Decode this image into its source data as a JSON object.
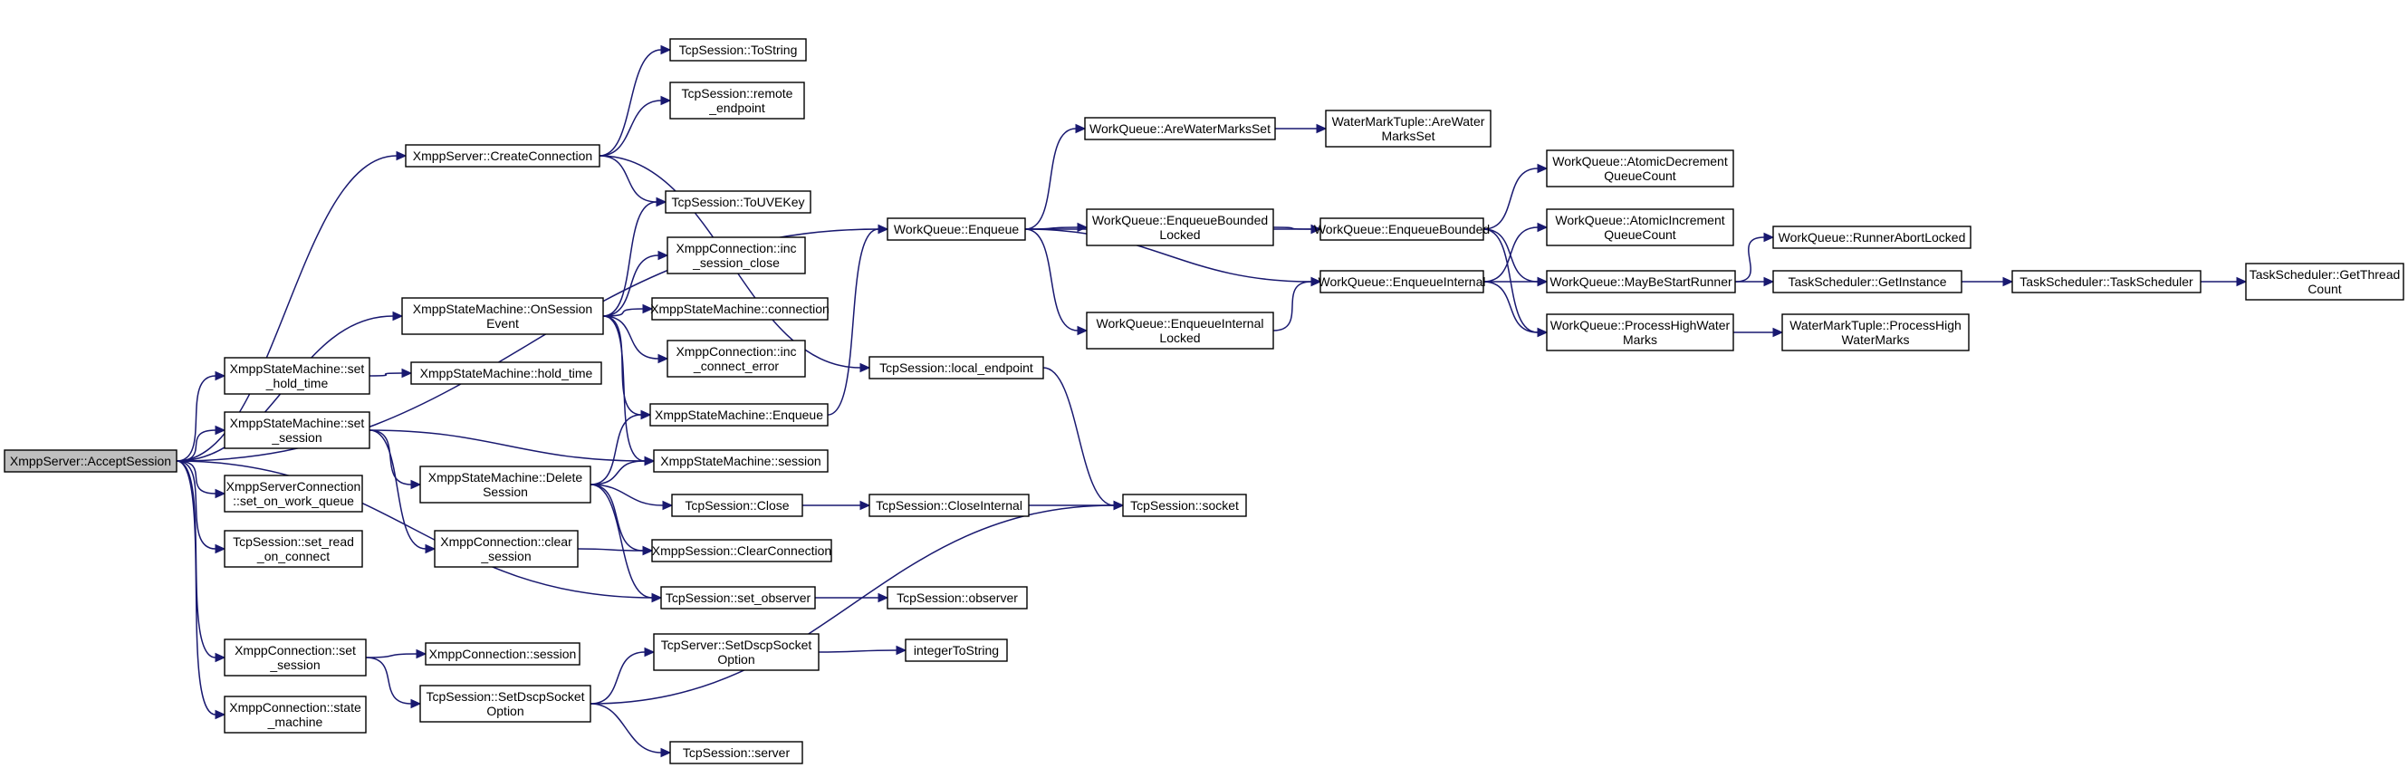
{
  "colors": {
    "edge": "#191970",
    "root_fill": "#bfbfbf",
    "node_fill": "#ffffff",
    "border": "#000000"
  },
  "nodes": [
    {
      "id": "accept_session",
      "lines": [
        "XmppServer::AcceptSession"
      ],
      "root": true
    },
    {
      "id": "create_connection",
      "lines": [
        "XmppServer::CreateConnection"
      ]
    },
    {
      "id": "tcp_tostring",
      "lines": [
        "TcpSession::ToString"
      ]
    },
    {
      "id": "tcp_remote_endpoint",
      "lines": [
        "TcpSession::remote",
        "_endpoint"
      ]
    },
    {
      "id": "tcp_touvekey",
      "lines": [
        "TcpSession::ToUVEKey"
      ]
    },
    {
      "id": "sm_onsessionevent",
      "lines": [
        "XmppStateMachine::OnSession",
        "Event"
      ]
    },
    {
      "id": "conn_inc_session_close",
      "lines": [
        "XmppConnection::inc",
        "_session_close"
      ]
    },
    {
      "id": "sm_connection",
      "lines": [
        "XmppStateMachine::connection"
      ]
    },
    {
      "id": "conn_inc_connect_error",
      "lines": [
        "XmppConnection::inc",
        "_connect_error"
      ]
    },
    {
      "id": "sm_set_hold_time",
      "lines": [
        "XmppStateMachine::set",
        "_hold_time"
      ]
    },
    {
      "id": "sm_hold_time",
      "lines": [
        "XmppStateMachine::hold_time"
      ]
    },
    {
      "id": "sm_enqueue",
      "lines": [
        "XmppStateMachine::Enqueue"
      ]
    },
    {
      "id": "sm_set_session",
      "lines": [
        "XmppStateMachine::set",
        "_session"
      ]
    },
    {
      "id": "sm_session",
      "lines": [
        "XmppStateMachine::session"
      ]
    },
    {
      "id": "sm_deletesession",
      "lines": [
        "XmppStateMachine::Delete",
        "Session"
      ]
    },
    {
      "id": "ssc_set_on_work_queue",
      "lines": [
        "XmppServerConnection",
        "::set_on_work_queue"
      ]
    },
    {
      "id": "tcp_close",
      "lines": [
        "TcpSession::Close"
      ]
    },
    {
      "id": "tcp_closeinternal",
      "lines": [
        "TcpSession::CloseInternal"
      ]
    },
    {
      "id": "tcp_socket",
      "lines": [
        "TcpSession::socket"
      ]
    },
    {
      "id": "tcp_set_read_on_connect",
      "lines": [
        "TcpSession::set_read",
        "_on_connect"
      ]
    },
    {
      "id": "conn_clear_session",
      "lines": [
        "XmppConnection::clear",
        "_session"
      ]
    },
    {
      "id": "xs_clearconnection",
      "lines": [
        "XmppSession::ClearConnection"
      ]
    },
    {
      "id": "tcp_set_observer",
      "lines": [
        "TcpSession::set_observer"
      ]
    },
    {
      "id": "tcp_observer",
      "lines": [
        "TcpSession::observer"
      ]
    },
    {
      "id": "conn_set_session",
      "lines": [
        "XmppConnection::set",
        "_session"
      ]
    },
    {
      "id": "conn_session",
      "lines": [
        "XmppConnection::session"
      ]
    },
    {
      "id": "tcpserver_setdscp",
      "lines": [
        "TcpServer::SetDscpSocket",
        "Option"
      ]
    },
    {
      "id": "integer_to_string",
      "lines": [
        "integerToString"
      ]
    },
    {
      "id": "tcp_setdscp",
      "lines": [
        "TcpSession::SetDscpSocket",
        "Option"
      ]
    },
    {
      "id": "conn_state_machine",
      "lines": [
        "XmppConnection::state",
        "_machine"
      ]
    },
    {
      "id": "tcp_server",
      "lines": [
        "TcpSession::server"
      ]
    },
    {
      "id": "tcp_local_endpoint",
      "lines": [
        "TcpSession::local_endpoint"
      ]
    },
    {
      "id": "wq_enqueue",
      "lines": [
        "WorkQueue::Enqueue"
      ]
    },
    {
      "id": "wq_arewatermarksset",
      "lines": [
        "WorkQueue::AreWaterMarksSet"
      ]
    },
    {
      "id": "wmt_arewatermarksset",
      "lines": [
        "WaterMarkTuple::AreWater",
        "MarksSet"
      ]
    },
    {
      "id": "wq_enqueueboundedlocked",
      "lines": [
        "WorkQueue::EnqueueBounded",
        "Locked"
      ]
    },
    {
      "id": "wq_enqueuebounded",
      "lines": [
        "WorkQueue::EnqueueBounded"
      ]
    },
    {
      "id": "wq_enqueueinternallocked",
      "lines": [
        "WorkQueue::EnqueueInternal",
        "Locked"
      ]
    },
    {
      "id": "wq_enqueueinternal",
      "lines": [
        "WorkQueue::EnqueueInternal"
      ]
    },
    {
      "id": "wq_atomicdecrement",
      "lines": [
        "WorkQueue::AtomicDecrement",
        "QueueCount"
      ]
    },
    {
      "id": "wq_atomicincrement",
      "lines": [
        "WorkQueue::AtomicIncrement",
        "QueueCount"
      ]
    },
    {
      "id": "wq_maybestartrunner",
      "lines": [
        "WorkQueue::MayBeStartRunner"
      ]
    },
    {
      "id": "wq_processhighwatermarks",
      "lines": [
        "WorkQueue::ProcessHighWater",
        "Marks"
      ]
    },
    {
      "id": "wq_runnerabortlocked",
      "lines": [
        "WorkQueue::RunnerAbortLocked"
      ]
    },
    {
      "id": "ts_getinstance",
      "lines": [
        "TaskScheduler::GetInstance"
      ]
    },
    {
      "id": "ts_taskscheduler",
      "lines": [
        "TaskScheduler::TaskScheduler"
      ]
    },
    {
      "id": "ts_getthreadcount",
      "lines": [
        "TaskScheduler::GetThread",
        "Count"
      ]
    },
    {
      "id": "wmt_processhighwatermarks",
      "lines": [
        "WaterMarkTuple::ProcessHigh",
        "WaterMarks"
      ]
    }
  ],
  "edges": [
    [
      "accept_session",
      "create_connection"
    ],
    [
      "accept_session",
      "wq_enqueue"
    ],
    [
      "accept_session",
      "sm_onsessionevent"
    ],
    [
      "accept_session",
      "sm_set_hold_time"
    ],
    [
      "accept_session",
      "sm_set_session"
    ],
    [
      "accept_session",
      "ssc_set_on_work_queue"
    ],
    [
      "accept_session",
      "tcp_set_read_on_connect"
    ],
    [
      "accept_session",
      "tcp_set_observer"
    ],
    [
      "accept_session",
      "conn_set_session"
    ],
    [
      "accept_session",
      "conn_state_machine"
    ],
    [
      "create_connection",
      "tcp_tostring"
    ],
    [
      "create_connection",
      "tcp_remote_endpoint"
    ],
    [
      "create_connection",
      "tcp_touvekey"
    ],
    [
      "create_connection",
      "tcp_local_endpoint"
    ],
    [
      "sm_onsessionevent",
      "tcp_touvekey"
    ],
    [
      "sm_onsessionevent",
      "conn_inc_session_close"
    ],
    [
      "sm_onsessionevent",
      "sm_connection"
    ],
    [
      "sm_onsessionevent",
      "conn_inc_connect_error"
    ],
    [
      "sm_onsessionevent",
      "sm_enqueue"
    ],
    [
      "sm_onsessionevent",
      "sm_session"
    ],
    [
      "sm_set_hold_time",
      "sm_hold_time"
    ],
    [
      "sm_set_session",
      "sm_session"
    ],
    [
      "sm_set_session",
      "sm_deletesession"
    ],
    [
      "sm_set_session",
      "conn_clear_session"
    ],
    [
      "sm_enqueue",
      "wq_enqueue"
    ],
    [
      "sm_deletesession",
      "sm_enqueue"
    ],
    [
      "sm_deletesession",
      "sm_session"
    ],
    [
      "sm_deletesession",
      "tcp_close"
    ],
    [
      "sm_deletesession",
      "xs_clearconnection"
    ],
    [
      "sm_deletesession",
      "tcp_set_observer"
    ],
    [
      "tcp_close",
      "tcp_closeinternal"
    ],
    [
      "tcp_closeinternal",
      "tcp_socket"
    ],
    [
      "tcp_local_endpoint",
      "tcp_socket"
    ],
    [
      "conn_clear_session",
      "xs_clearconnection"
    ],
    [
      "tcp_set_observer",
      "tcp_observer"
    ],
    [
      "conn_set_session",
      "conn_session"
    ],
    [
      "conn_set_session",
      "tcp_setdscp"
    ],
    [
      "tcp_setdscp",
      "tcpserver_setdscp"
    ],
    [
      "tcp_setdscp",
      "tcp_socket"
    ],
    [
      "tcp_setdscp",
      "tcp_server"
    ],
    [
      "tcpserver_setdscp",
      "integer_to_string"
    ],
    [
      "wq_enqueue",
      "wq_arewatermarksset"
    ],
    [
      "wq_enqueue",
      "wq_enqueueboundedlocked"
    ],
    [
      "wq_enqueue",
      "wq_enqueuebounded"
    ],
    [
      "wq_enqueue",
      "wq_enqueueinternal"
    ],
    [
      "wq_enqueue",
      "wq_enqueueinternallocked"
    ],
    [
      "wq_arewatermarksset",
      "wmt_arewatermarksset"
    ],
    [
      "wq_enqueueboundedlocked",
      "wq_enqueuebounded"
    ],
    [
      "wq_enqueueinternallocked",
      "wq_enqueueinternal"
    ],
    [
      "wq_enqueuebounded",
      "wq_atomicdecrement"
    ],
    [
      "wq_enqueuebounded",
      "wq_maybestartrunner"
    ],
    [
      "wq_enqueuebounded",
      "wq_processhighwatermarks"
    ],
    [
      "wq_enqueueinternal",
      "wq_atomicincrement"
    ],
    [
      "wq_enqueueinternal",
      "wq_maybestartrunner"
    ],
    [
      "wq_enqueueinternal",
      "wq_processhighwatermarks"
    ],
    [
      "wq_maybestartrunner",
      "wq_runnerabortlocked"
    ],
    [
      "wq_maybestartrunner",
      "ts_getinstance"
    ],
    [
      "wq_processhighwatermarks",
      "wmt_processhighwatermarks"
    ],
    [
      "ts_getinstance",
      "ts_taskscheduler"
    ],
    [
      "ts_taskscheduler",
      "ts_getthreadcount"
    ]
  ]
}
